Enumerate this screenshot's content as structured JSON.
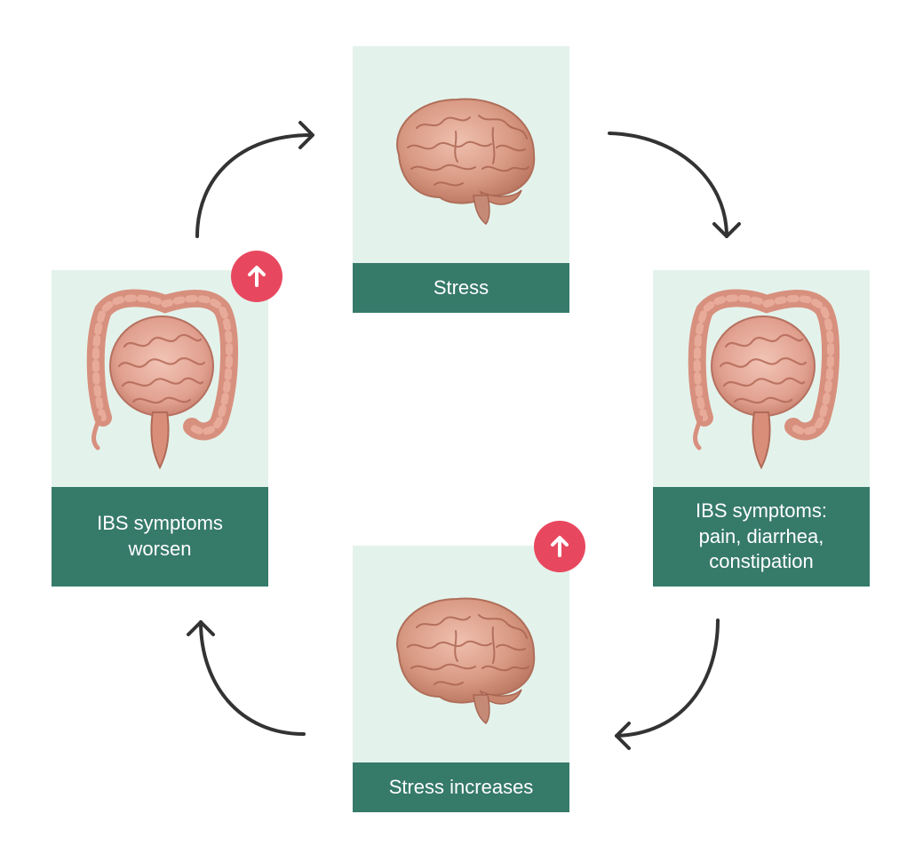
{
  "cycle": {
    "nodes": [
      {
        "label": "Stress",
        "image": "brain-icon",
        "badge": null
      },
      {
        "label": "IBS symptoms:\npain, diarrhea,\nconstipation",
        "image": "intestines-icon",
        "badge": null
      },
      {
        "label": "Stress increases",
        "image": "brain-icon",
        "badge": "arrow-up-icon"
      },
      {
        "label": "IBS symptoms\nworsen",
        "image": "intestines-icon",
        "badge": "arrow-up-icon"
      }
    ]
  },
  "colors": {
    "card_bg": "#e3f3ec",
    "label_bar": "#367a6a",
    "label_text": "#ffffff",
    "badge": "#e8485f",
    "arrow": "#333333",
    "brain": "#d99a84",
    "intestine": "#e1a08f"
  }
}
